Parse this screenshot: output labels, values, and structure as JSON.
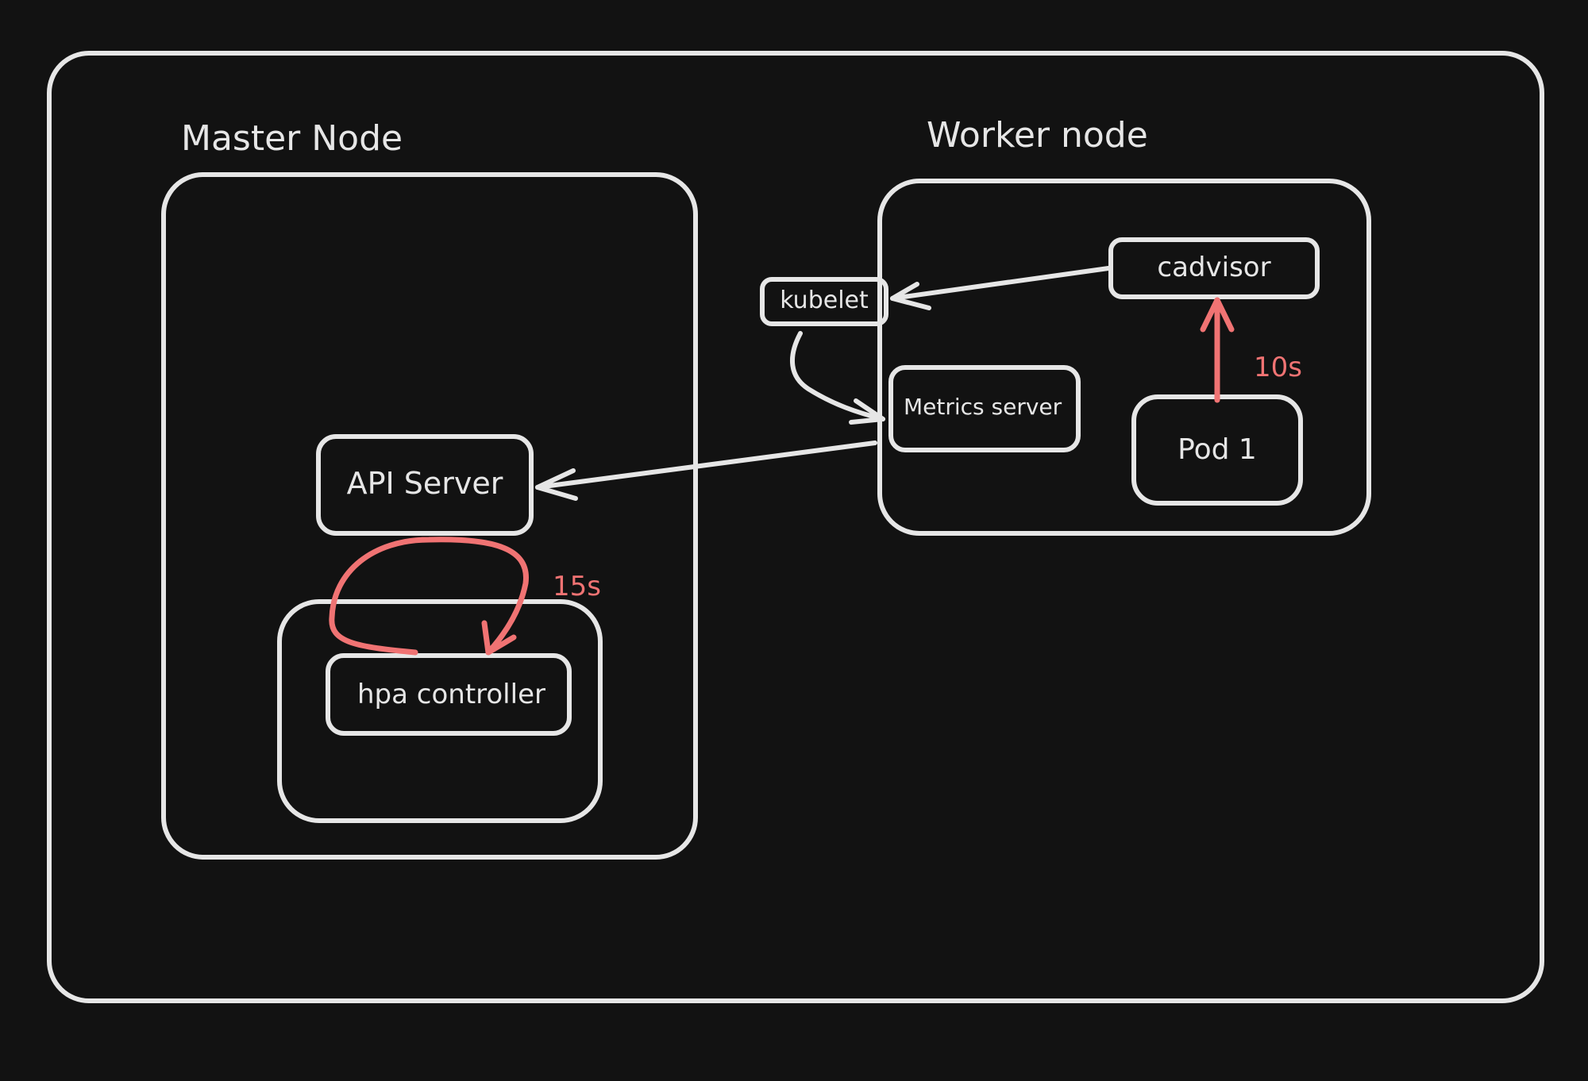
{
  "diagram": {
    "colors": {
      "background": "#121212",
      "stroke": "#e6e6e6",
      "accent": "#f07373"
    },
    "master_node": {
      "title": "Master Node",
      "api_server": "API Server",
      "hpa_controller": "hpa controller",
      "loop_interval": "15s"
    },
    "worker_node": {
      "title": "Worker node",
      "kubelet": "kubelet",
      "cadvisor": "cadvisor",
      "metrics_server": "Metrics server",
      "pod": "Pod 1",
      "scrape_interval": "10s"
    }
  }
}
